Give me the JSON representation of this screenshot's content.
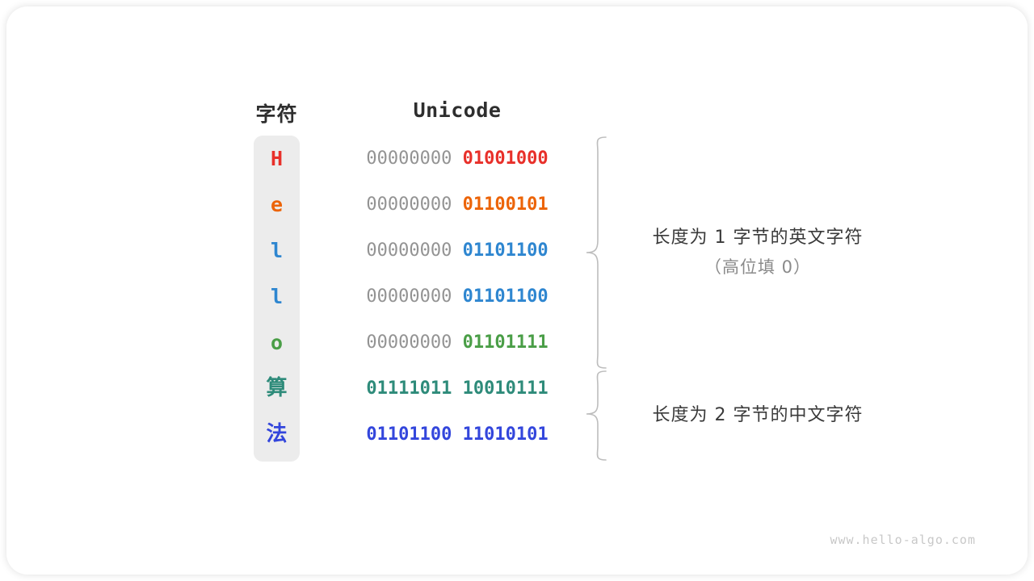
{
  "card": {
    "background": "#ffffff",
    "char_column_bg": "#ececec"
  },
  "headers": {
    "char": "字符",
    "unicode": "Unicode"
  },
  "rows": [
    {
      "char": "H",
      "color": "#e8302a",
      "high_byte": "00000000",
      "low_byte": "01001000",
      "high_strong": false,
      "cjk": false
    },
    {
      "char": "e",
      "color": "#ec6408",
      "high_byte": "00000000",
      "low_byte": "01100101",
      "high_strong": false,
      "cjk": false
    },
    {
      "char": "l",
      "color": "#2e86d0",
      "high_byte": "00000000",
      "low_byte": "01101100",
      "high_strong": false,
      "cjk": false
    },
    {
      "char": "l",
      "color": "#2e86d0",
      "high_byte": "00000000",
      "low_byte": "01101100",
      "high_strong": false,
      "cjk": false
    },
    {
      "char": "o",
      "color": "#4a9e47",
      "high_byte": "00000000",
      "low_byte": "01101111",
      "high_strong": false,
      "cjk": false
    },
    {
      "char": "算",
      "color": "#2e8b7a",
      "high_byte": "01111011",
      "low_byte": "10010111",
      "high_strong": true,
      "cjk": true
    },
    {
      "char": "法",
      "color": "#3346dc",
      "high_byte": "01101100",
      "low_byte": "11010101",
      "high_strong": true,
      "cjk": true
    }
  ],
  "annotations": [
    {
      "main": "长度为 1 字节的英文字符",
      "sub": "（高位填 0）",
      "brace_color": "#bdbdbd"
    },
    {
      "main": "长度为 2 字节的中文字符",
      "sub": "",
      "brace_color": "#bdbdbd"
    }
  ],
  "watermark": "www.hello-algo.com"
}
